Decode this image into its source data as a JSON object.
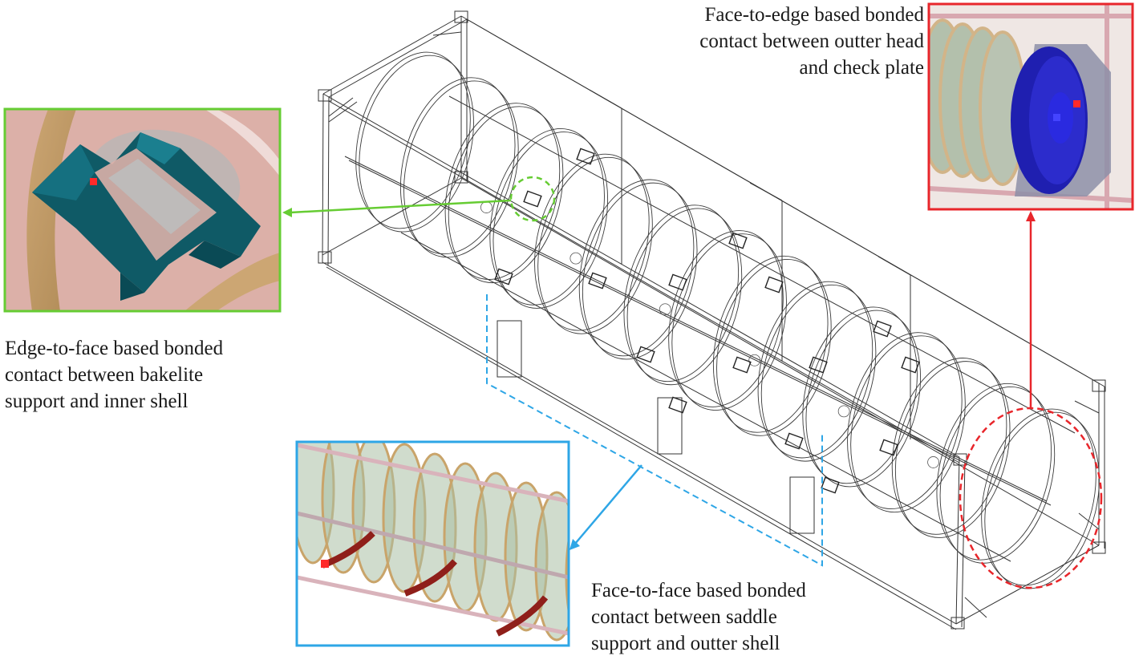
{
  "captions": {
    "top_right": [
      "Face-to-edge based bonded",
      "contact between outter head",
      "and check plate"
    ],
    "left": [
      "Edge-to-face based bonded",
      "contact between bakelite",
      "support and inner shell"
    ],
    "bottom": [
      "Face-to-face based bonded",
      "contact between saddle",
      "support and outter shell"
    ]
  },
  "colors": {
    "green": "#66cc33",
    "red": "#e8262b",
    "blue": "#2ea6e6",
    "teal": "#0f5a66",
    "pink_bg": "#dcb0a8",
    "wire": "#333333"
  }
}
